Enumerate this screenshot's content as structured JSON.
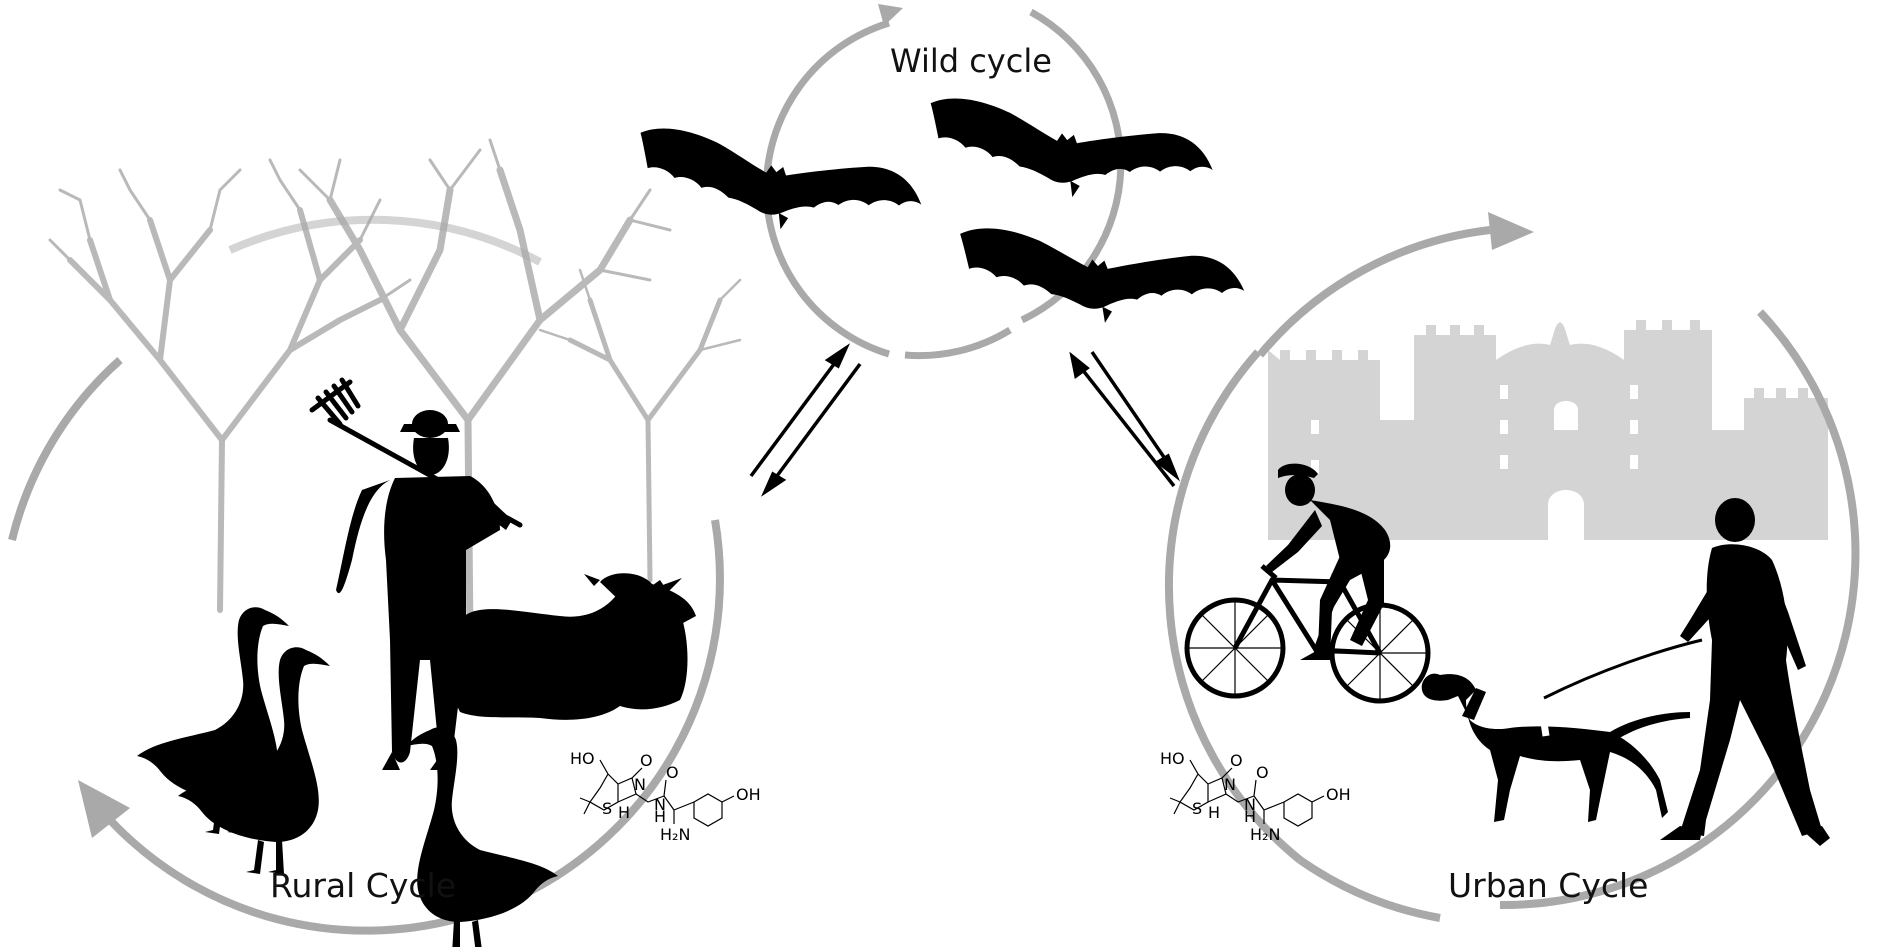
{
  "diagram": {
    "cycles": {
      "wild": {
        "label": "Wild cycle"
      },
      "rural": {
        "label": "Rural Cycle"
      },
      "urban": {
        "label": "Urban Cycle"
      }
    },
    "molecule": {
      "atoms": {
        "ho": "HO",
        "o": "O",
        "n": "N",
        "s": "S",
        "h": "H",
        "nh": "N",
        "nh_h": "H",
        "nh2": "H₂N",
        "oh": "OH"
      }
    },
    "colors": {
      "arc": "#a9a9a9",
      "tree": "#b9b9b9",
      "castle": "#d4d4d4",
      "silhouette": "#000000",
      "arrow": "#000000"
    },
    "icons": [
      "bat-icon",
      "tree-icon",
      "farmer-icon",
      "pitchfork-icon",
      "cow-icon",
      "goose-icon",
      "castle-icon",
      "cyclist-icon",
      "bicycle-icon",
      "guide-dog-icon",
      "walking-man-icon",
      "antibiotic-molecule-icon"
    ]
  }
}
